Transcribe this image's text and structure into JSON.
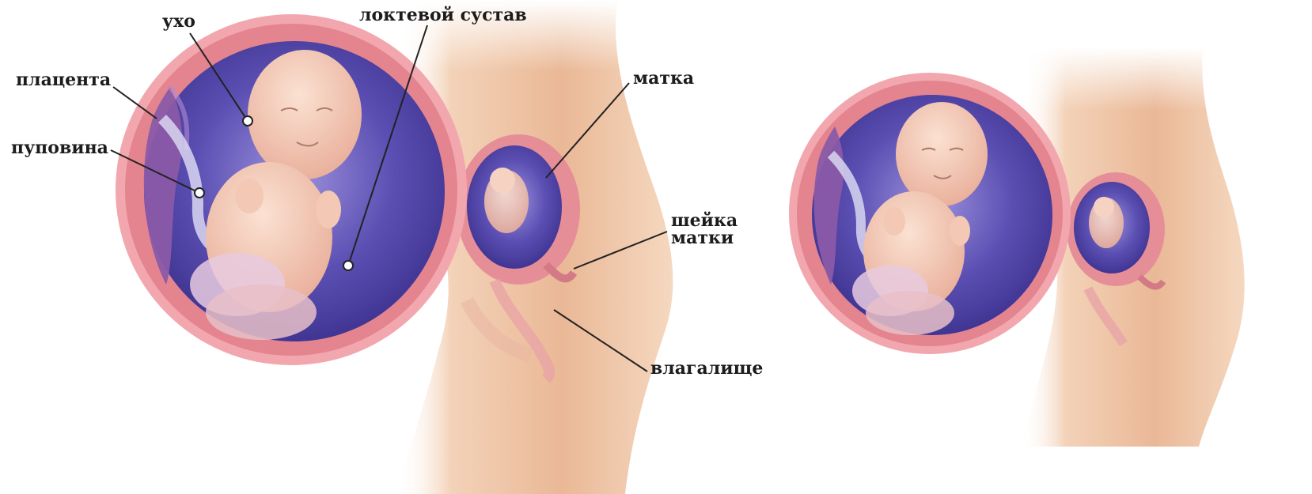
{
  "labels": {
    "ear": "ухо",
    "elbow": "локтевой сустав",
    "placenta": "плацента",
    "umbilical_cord": "пуповина",
    "uterus": "матка",
    "cervix_line1": "шейка",
    "cervix_line2": "матки",
    "vagina": "влагалище"
  },
  "colors": {
    "skin": "#f0c8a8",
    "skin_shadow": "#d99a7a",
    "uterine_wall": "#e8909a",
    "amniotic": "#5a4fb0",
    "amniotic_light": "#8c7fd0",
    "placenta": "#8a5aa8",
    "fetus": "#f4c9b6",
    "leader_line": "#222222"
  }
}
